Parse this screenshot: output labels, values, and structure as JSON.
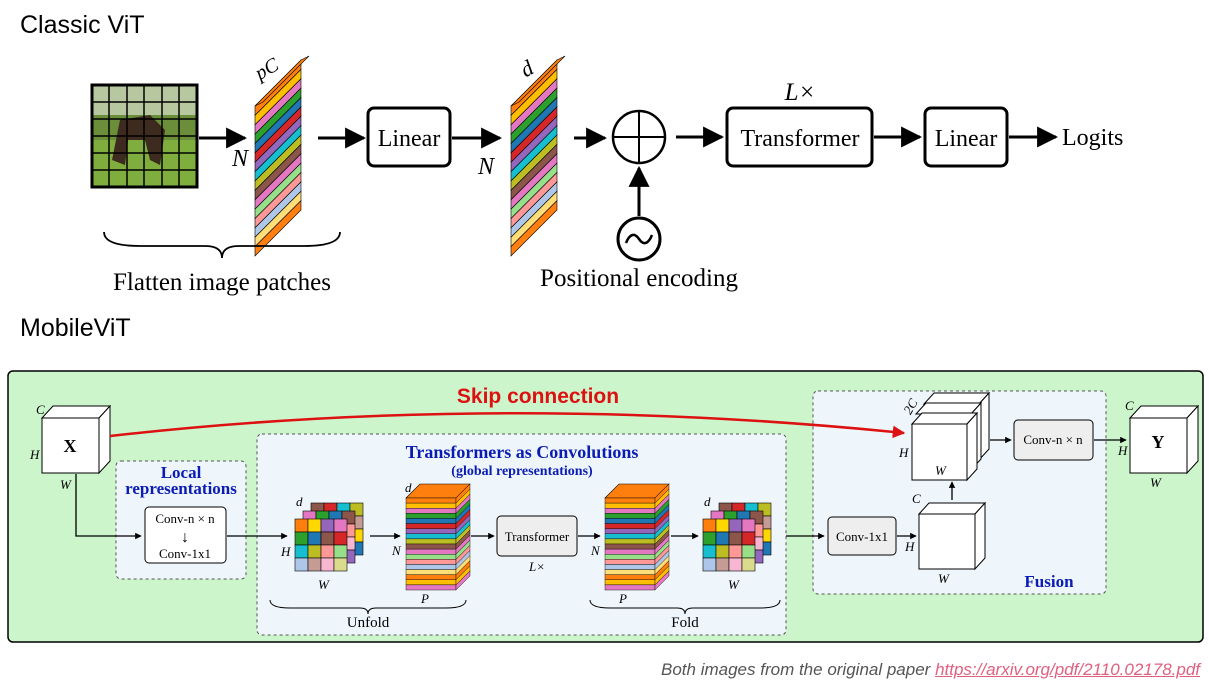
{
  "sections": {
    "classic_title": "Classic ViT",
    "mobile_title": "MobileViT"
  },
  "classic": {
    "pc_label": "pC",
    "n_label_1": "N",
    "linear_1": "Linear",
    "d_label": "d",
    "n_label_2": "N",
    "lx_label": "L×",
    "transformer": "Transformer",
    "linear_2": "Linear",
    "logits": "Logits",
    "flatten_caption": "Flatten image patches",
    "positional_caption": "Positional encoding",
    "patch_colors": [
      "#ff7f0e",
      "#ffbf00",
      "#e377c2",
      "#2ca02c",
      "#1f77b4",
      "#d62728",
      "#9467bd",
      "#17becf",
      "#bcbd22",
      "#8c564b",
      "#e377c2",
      "#98df8a",
      "#ff9896",
      "#aec7e8",
      "#ffdd77"
    ]
  },
  "mobile": {
    "bg_color": "#ccf5cc",
    "skip_connection": "Skip connection",
    "skip_color": "#dd1111",
    "input": {
      "letter": "X",
      "c": "C",
      "h": "H",
      "w": "W"
    },
    "local": {
      "title_line1": "Local",
      "title_line2": "representations",
      "conv_n": "Conv-n × n",
      "arrow": "↓",
      "conv_1": "Conv-1x1"
    },
    "tac": {
      "title": "Transformers as Convolutions",
      "subtitle": "(global representations)"
    },
    "unfold_cube": {
      "d": "d",
      "h": "H",
      "w": "W"
    },
    "unfold_stack": {
      "d": "d",
      "n": "N",
      "p": "P"
    },
    "unfold_label": "Unfold",
    "transformer": "Transformer",
    "lx": "L×",
    "fold_stack": {
      "n": "N",
      "p": "P"
    },
    "fold_label": "Fold",
    "fold_cube": {
      "d": "d",
      "w": "W"
    },
    "fusion": {
      "label": "Fusion",
      "conv1": "Conv-1x1",
      "small_cube": {
        "c": "C",
        "h": "H",
        "w": "W"
      },
      "big_cube": {
        "c": "2C",
        "h": "H",
        "w": "W"
      },
      "conv_n": "Conv-n × n"
    },
    "output": {
      "letter": "Y",
      "c": "C",
      "h": "H",
      "w": "W"
    }
  },
  "footer": {
    "text": "Both images from the original paper ",
    "link": "https://arxiv.org/pdf/2110.02178.pdf"
  }
}
